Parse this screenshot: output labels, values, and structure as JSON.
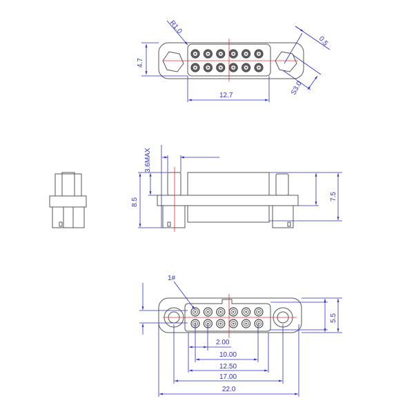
{
  "top_view": {
    "radius": "R1.0",
    "thickness": "0.5",
    "hex": "S3.0",
    "height": "4.7",
    "insert_width": "12.7"
  },
  "side_view": {
    "stud": "3.6MAX",
    "total_height": "8.5",
    "body_height": "7.5"
  },
  "bottom_view": {
    "pin1": "1#",
    "height": "5.5",
    "pitch": "2.00",
    "pin_span": "10.00",
    "insert": "12.50",
    "mount": "17.00",
    "overall": "22.0"
  },
  "colors": {
    "outline": "#555555",
    "dimension": "#2a2ac0",
    "centerline": "#e03030"
  }
}
